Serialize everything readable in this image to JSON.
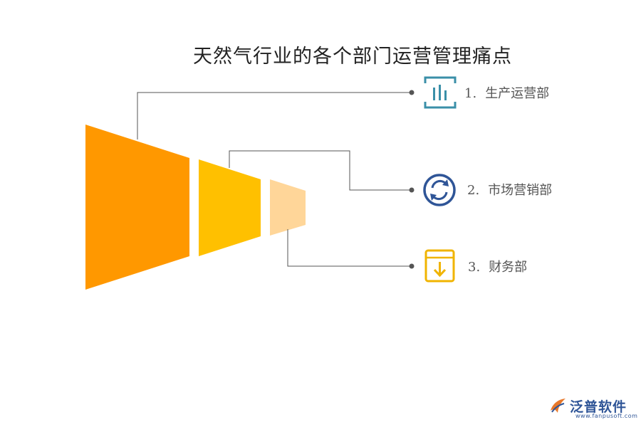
{
  "title": "天然气行业的各个部门运营管理痛点",
  "items": [
    {
      "number": "1.",
      "label": "生产运营部",
      "icon": "bar-chart-icon",
      "color": "#3a8fa8"
    },
    {
      "number": "2.",
      "label": "市场营销部",
      "icon": "refresh-icon",
      "color": "#2f5597"
    },
    {
      "number": "3.",
      "label": "财务部",
      "icon": "download-box-icon",
      "color": "#f0b400"
    }
  ],
  "funnel_colors": [
    "#ff9800",
    "#ffc000",
    "#ffd699"
  ],
  "connector_color": "#555555",
  "logo": {
    "text": "泛普软件",
    "url": "www.fanpusoft.com"
  }
}
